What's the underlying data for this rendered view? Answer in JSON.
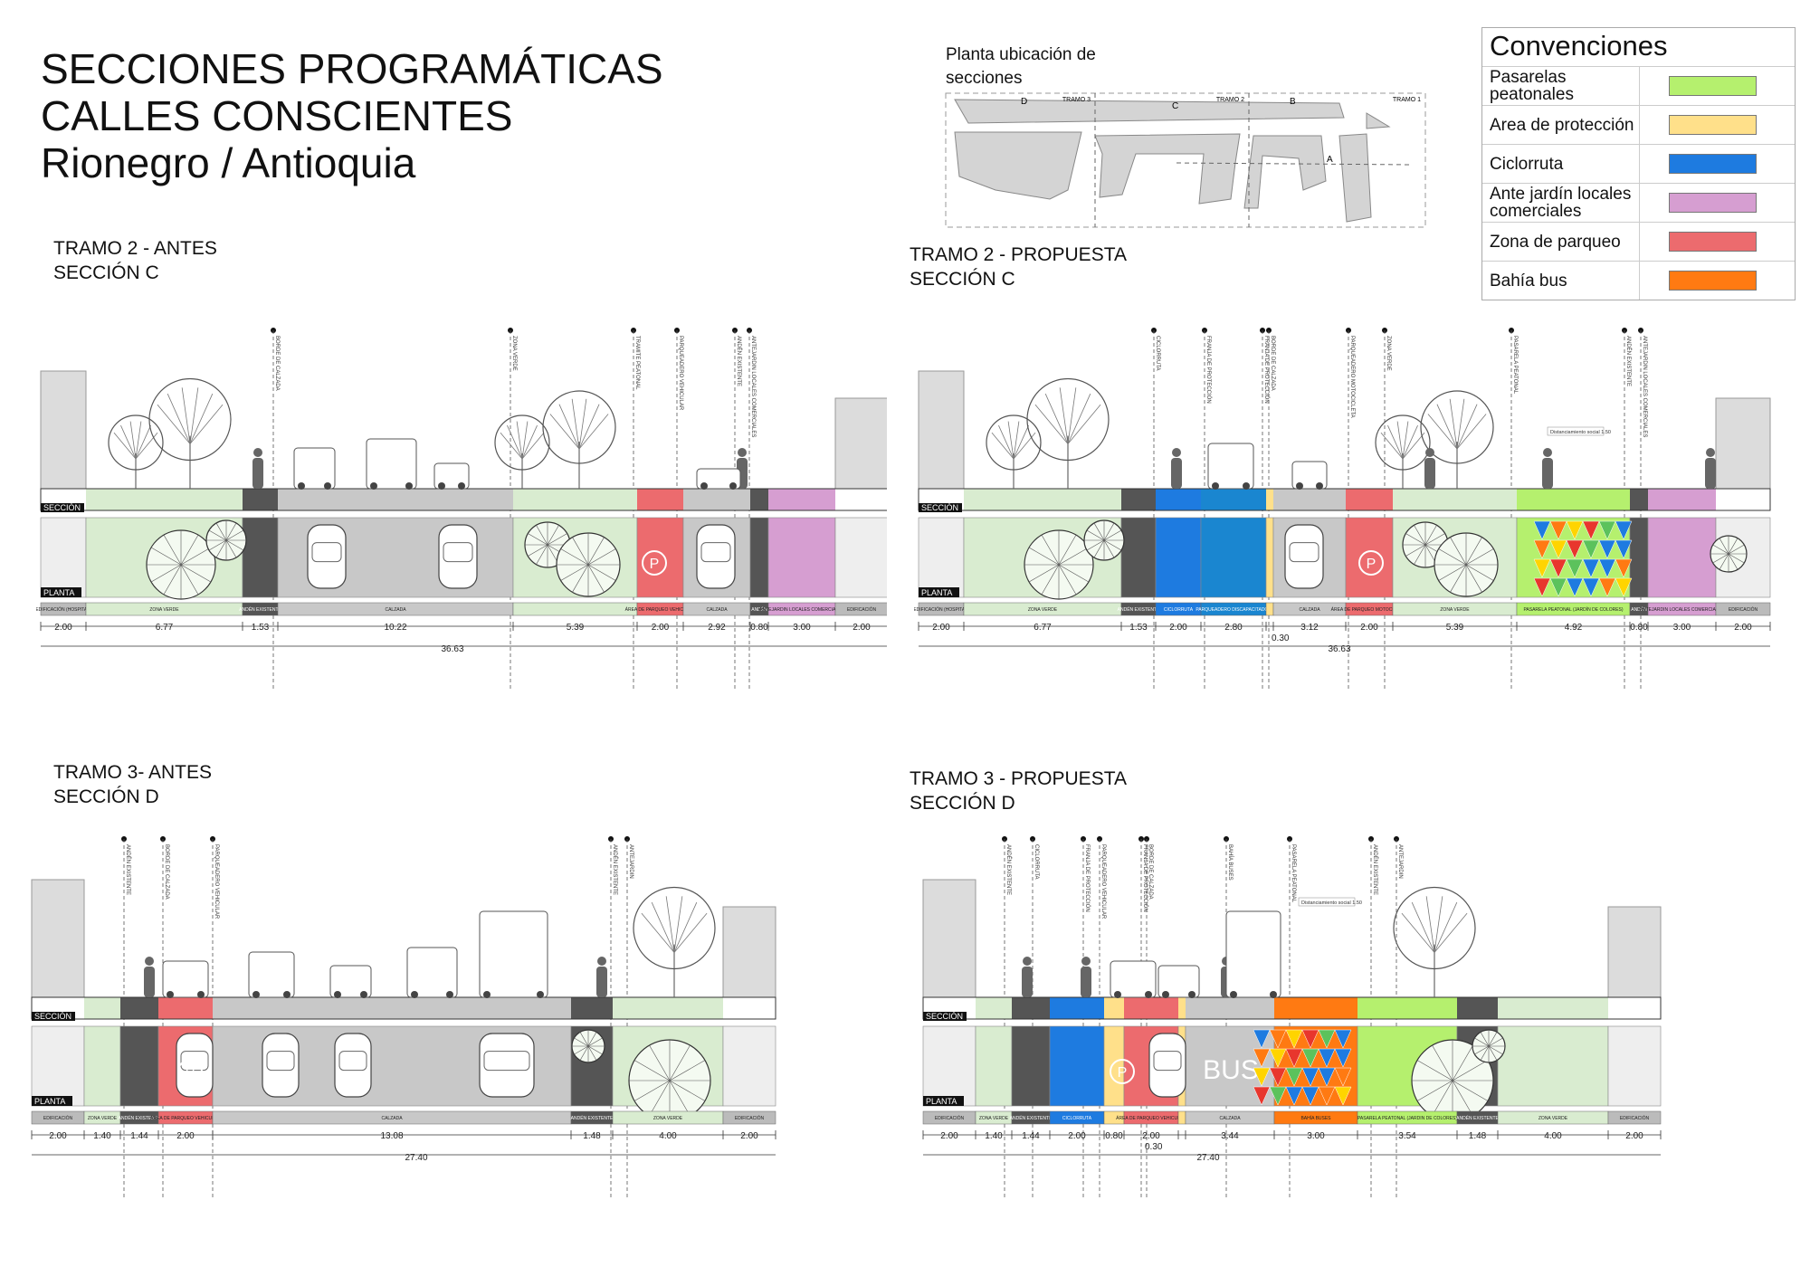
{
  "header": {
    "line1": "SECCIONES PROGRAMÁTICAS",
    "line2": "CALLES CONSCIENTES",
    "line3": "Rionegro / Antioquia"
  },
  "location_map": {
    "label_line1": "Planta ubicación de",
    "label_line2": "secciones",
    "tramo_labels": [
      "TRAMO 3",
      "TRAMO 2",
      "TRAMO 1"
    ],
    "section_letters": [
      "D",
      "C",
      "B",
      "A"
    ]
  },
  "legend": {
    "title": "Convenciones",
    "items": [
      {
        "label": "Pasarelas peatonales",
        "color": "#b5f06e"
      },
      {
        "label": "Area de protección",
        "color": "#ffe08a"
      },
      {
        "label": "Ciclorruta",
        "color": "#1e7be0"
      },
      {
        "label": "Ante jardín locales comerciales",
        "color": "#d69ed1"
      },
      {
        "label": "Zona de parqueo",
        "color": "#ec6b6e"
      },
      {
        "label": "Bahía bus",
        "color": "#ff7a12"
      }
    ]
  },
  "common": {
    "seccion": "SECCIÓN",
    "planta": "PLANTA"
  },
  "sections": [
    {
      "title1": "TRAMO 2 - ANTES",
      "title2": "SECCIÓN C",
      "total": "36.63",
      "bands": [
        {
          "label": "EDIFICACIÓN (HOSPITAL)",
          "dim": "2.00",
          "color": "edif"
        },
        {
          "label": "ZONA VERDE",
          "dim": "6.77",
          "color": "green"
        },
        {
          "label": "ANDÉN EXISTENTE",
          "dim": "1.53",
          "color": "dark"
        },
        {
          "label": "CALZADA",
          "dim": "10.22",
          "color": "gray"
        },
        {
          "label": "",
          "dim": "5.39",
          "color": "green"
        },
        {
          "label": "ÁREA DE PARQUEO VEHICULAR",
          "dim": "2.00",
          "color": "red"
        },
        {
          "label": "CALZADA",
          "dim": "2.92",
          "color": "gray"
        },
        {
          "label": "ANDÉN",
          "dim": "0.80",
          "color": "dark"
        },
        {
          "label": "ANTEJARDIN LOCALES COMERCIALES",
          "dim": "3.00",
          "color": "pink"
        },
        {
          "label": "EDIFICACIÓN",
          "dim": "2.00",
          "color": "edif"
        }
      ],
      "annotations": [
        "BORDE DE CALZADA",
        "ZONA VERDE",
        "TRAMITE PEATONAL",
        "PARQUEADERO VEHICULAR",
        "ANDÉN EXISTENTE",
        "ANTEJARDIN LOCALES COMERCIALES"
      ]
    },
    {
      "title1": "TRAMO 2 - PROPUESTA",
      "title2": "SECCIÓN C",
      "total": "36.63",
      "extra": "0.30",
      "note": "Distanciamiento social 1.50",
      "bands": [
        {
          "label": "EDIFICACIÓN (HOSPITAL)",
          "dim": "2.00",
          "color": "edif"
        },
        {
          "label": "ZONA VERDE",
          "dim": "6.77",
          "color": "green"
        },
        {
          "label": "ANDÉN EXISTENTE",
          "dim": "1.53",
          "color": "dark"
        },
        {
          "label": "CICLORRUTA",
          "dim": "2.00",
          "color": "blue"
        },
        {
          "label": "PARQUEADERO DISCAPACITADOS",
          "dim": "2.80",
          "color": "blue2"
        },
        {
          "label": "",
          "dim": "",
          "color": "yellow"
        },
        {
          "label": "CALZADA",
          "dim": "3.12",
          "color": "gray"
        },
        {
          "label": "ÁREA DE PARQUEO MOTOCICLETA",
          "dim": "2.00",
          "color": "red"
        },
        {
          "label": "ZONA VERDE",
          "dim": "5.39",
          "color": "green"
        },
        {
          "label": "PASARELA PEATONAL (JARDÍN DE COLORES)",
          "dim": "4.92",
          "color": "lime"
        },
        {
          "label": "ANDÉN",
          "dim": "0.80",
          "color": "dark"
        },
        {
          "label": "ANTEJARDIN LOCALES COMERCIALES",
          "dim": "3.00",
          "color": "pink"
        },
        {
          "label": "EDIFICACIÓN",
          "dim": "2.00",
          "color": "edif"
        }
      ],
      "annotations": [
        "CICLORRUTA",
        "FRANJA DE PROTECCIÓN",
        "FRANJA DE PROTECCIÓN",
        "BORDE DE CALZADA",
        "PARQUEADERO MOTOCICLETA",
        "ZONA VERDE",
        "PASARELA PEATONAL",
        "ANDÉN EXISTENTE",
        "ANTEJARDIN LOCALES COMERCIALES"
      ]
    },
    {
      "title1": "TRAMO 3- ANTES",
      "title2": "SECCIÓN D",
      "total": "27.40",
      "bands": [
        {
          "label": "EDIFICACIÓN",
          "dim": "2.00",
          "color": "edif"
        },
        {
          "label": "ZONA VERDE",
          "dim": "1.40",
          "color": "green"
        },
        {
          "label": "ANDÉN EXISTENTE",
          "dim": "1.44",
          "color": "dark"
        },
        {
          "label": "ÁREA DE PARQUEO VEHICULAR",
          "dim": "2.00",
          "color": "red"
        },
        {
          "label": "CALZADA",
          "dim": "13.08",
          "color": "gray"
        },
        {
          "label": "ANDÉN EXISTENTE",
          "dim": "1.48",
          "color": "dark"
        },
        {
          "label": "ZONA VERDE",
          "dim": "4.00",
          "color": "green"
        },
        {
          "label": "EDIFICACIÓN",
          "dim": "2.00",
          "color": "edif"
        }
      ],
      "annotations": [
        "ANDÉN EXISTENTE",
        "BORDE DE CALZADA",
        "PARQUEADERO VEHICULAR",
        "ANDÉN EXISTENTE",
        "ANTEJARDIN"
      ]
    },
    {
      "title1": "TRAMO 3  - PROPUESTA",
      "title2": "SECCIÓN D",
      "total": "27.40",
      "extra": "0.30",
      "note": "Distanciamiento social 1.50",
      "bus": "BUS",
      "bands": [
        {
          "label": "EDIFICACIÓN",
          "dim": "2.00",
          "color": "edif"
        },
        {
          "label": "ZONA VERDE",
          "dim": "1.40",
          "color": "green"
        },
        {
          "label": "ANDÉN EXISTENTE",
          "dim": "1.44",
          "color": "dark"
        },
        {
          "label": "CICLORRUTA",
          "dim": "2.00",
          "color": "blue"
        },
        {
          "label": "",
          "dim": "0.80",
          "color": "yellow"
        },
        {
          "label": "ÁREA DE PARQUEO VEHICULAR",
          "dim": "2.00",
          "color": "red"
        },
        {
          "label": "",
          "dim": "",
          "color": "yellow"
        },
        {
          "label": "CALZADA",
          "dim": "3.44",
          "color": "gray"
        },
        {
          "label": "BAHÍA BUSES",
          "dim": "3.00",
          "color": "orange"
        },
        {
          "label": "PASARELA PEATONAL (JARDIN DE COLORES)",
          "dim": "3.54",
          "color": "lime"
        },
        {
          "label": "ANDÉN EXISTENTE",
          "dim": "1.48",
          "color": "dark"
        },
        {
          "label": "ZONA VERDE",
          "dim": "4.00",
          "color": "green"
        },
        {
          "label": "EDIFICACIÓN",
          "dim": "2.00",
          "color": "edif"
        }
      ],
      "annotations": [
        "ANDÉN EXISTENTE",
        "CICLORRUTA",
        "FRANJA DE PROTECCIÓN",
        "PARQUEADERO VEHICULAR",
        "FRANJA DE PROTECCIÓN",
        "BORDE DE CALZADA",
        "BAHÍA BUSES",
        "PASARELA PEATONAL",
        "ANDÉN EXISTENTE",
        "ANTEJARDIN"
      ]
    }
  ],
  "colors": {
    "edif": "#dcdcdc",
    "green": "#d9ecd0",
    "dark": "#555555",
    "gray": "#c8c8c8",
    "red": "#ec6b6e",
    "pink": "#d69ed1",
    "blue": "#1e7be0",
    "blue2": "#1a86d0",
    "yellow": "#ffe08a",
    "lime": "#b5f06e",
    "orange": "#ff7a12"
  }
}
